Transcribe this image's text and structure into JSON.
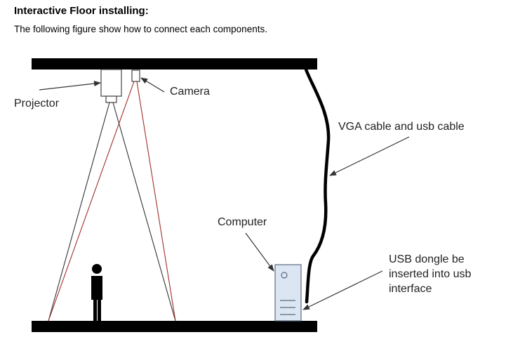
{
  "header": {
    "title": "Interactive Floor installing:",
    "subtitle": "The following figure show how to connect each components."
  },
  "diagram": {
    "labels": {
      "projector": "Projector",
      "camera": "Camera",
      "cable": "VGA cable and usb cable",
      "computer": "Computer",
      "dongle_line1": "USB dongle be",
      "dongle_line2": "inserted into usb",
      "dongle_line3": "interface"
    },
    "colors": {
      "structure": "#000000",
      "projector_rays": "#333333",
      "camera_rays": "#a0302a",
      "computer_fill": "#dce6f2",
      "computer_stroke": "#5a6a86"
    }
  }
}
